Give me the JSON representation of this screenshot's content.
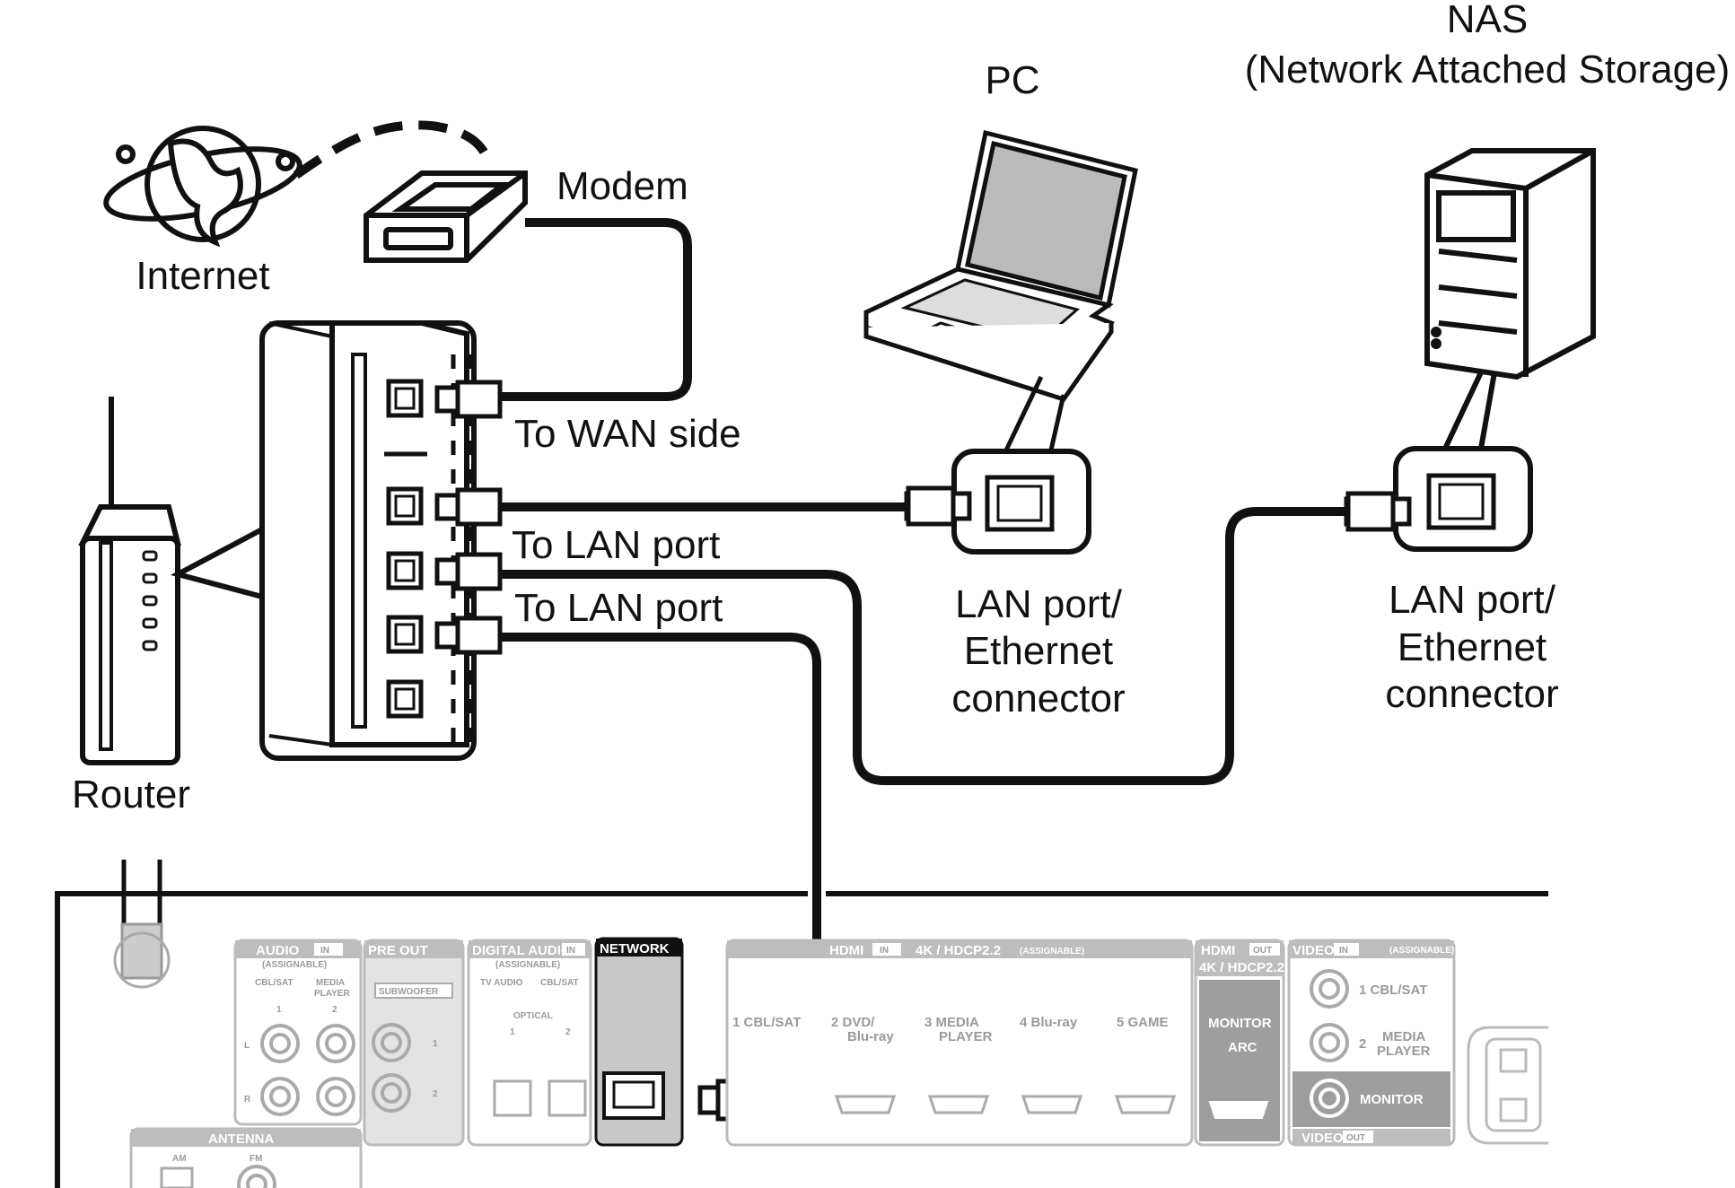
{
  "labels": {
    "nas_title": "NAS",
    "nas_subtitle": "(Network Attached Storage)",
    "pc": "PC",
    "modem": "Modem",
    "internet": "Internet",
    "router": "Router",
    "to_wan": "To WAN side",
    "to_lan_1": "To LAN port",
    "to_lan_2": "To LAN port",
    "pc_port_line1": "LAN port/",
    "pc_port_line2": "Ethernet",
    "pc_port_line3": "connector",
    "nas_port_line1": "LAN port/",
    "nas_port_line2": "Ethernet",
    "nas_port_line3": "connector"
  },
  "receiver_panel": {
    "audio_in": "AUDIO",
    "in_tag": "IN",
    "out_tag": "OUT",
    "assignable": "(ASSIGNABLE)",
    "cbl_sat": "CBL/SAT",
    "media": "MEDIA",
    "player": "PLAYER",
    "num_1": "1",
    "num_2": "2",
    "left": "L",
    "right": "R",
    "pre_out": "PRE OUT",
    "subwoofer": "SUBWOOFER",
    "digital_audio": "DIGITAL AUDIO",
    "tv_audio": "TV AUDIO",
    "optical": "OPTICAL",
    "network": "NETWORK",
    "hdmi": "HDMI",
    "hdmi_in_spec": "4K / HDCP2.2",
    "hdmi_in_assignable": "(ASSIGNABLE)",
    "hdmi_1": "1  CBL/SAT",
    "hdmi_2a": "2   DVD/",
    "hdmi_2b": "Blu-ray",
    "hdmi_3a": "3   MEDIA",
    "hdmi_3b": "PLAYER",
    "hdmi_4": "4  Blu-ray",
    "hdmi_5": "5  GAME",
    "hdmi_out_spec": "4K / HDCP2.2",
    "monitor": "MONITOR",
    "arc": "ARC",
    "video": "VIDEO",
    "video_1": "1  CBL/SAT",
    "video_2a": "2",
    "video_media": "MEDIA",
    "video_player": "PLAYER",
    "antenna": "ANTENNA",
    "am": "AM",
    "fm": "FM"
  },
  "colors": {
    "line": "#111111",
    "panel_gray": "#bdbdbd",
    "panel_text": "#9a9a9a",
    "network_fill": "#c8c8c8"
  },
  "icons": [
    "globe-icon",
    "modem-icon",
    "router-icon",
    "laptop-icon",
    "nas-icon",
    "ethernet-port-icon",
    "ethernet-plug-icon"
  ]
}
